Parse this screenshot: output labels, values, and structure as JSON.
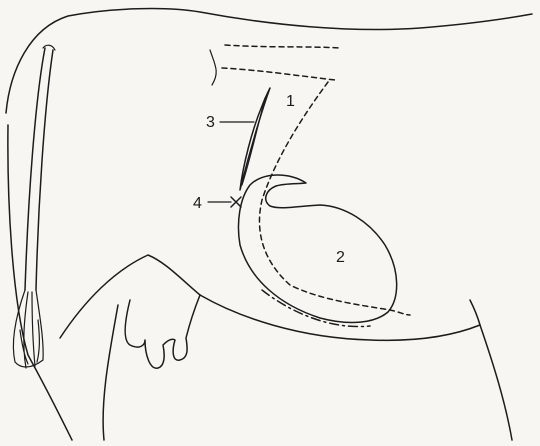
{
  "labels": {
    "one": "1",
    "two": "2",
    "three": "3",
    "four": "4"
  },
  "colors": {
    "background": "#f7f6f2",
    "ink": "#1c1c1c"
  }
}
